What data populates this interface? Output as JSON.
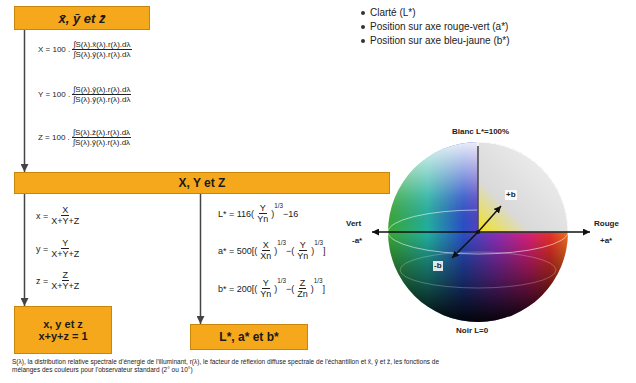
{
  "diagram": {
    "nodes": [
      {
        "text": [
          "x̄, ȳ et z̄"
        ]
      },
      {
        "text": [
          "X, Y et Z"
        ]
      },
      {
        "text": [
          "x, y et z",
          "x+y+z = 1"
        ]
      },
      {
        "text": [
          "L*, a* et b*"
        ]
      }
    ],
    "edges": [
      {
        "from": 0,
        "to": 1,
        "arrow": "to"
      },
      {
        "from": 1,
        "to": 2,
        "arrow": "to"
      },
      {
        "from": 1,
        "to": 3,
        "arrow": "to"
      }
    ],
    "labels": [
      "X = 100 .",
      "∫S(λ).x̄(λ).r(λ).dλ",
      "∫S(λ).ȳ(λ).r(λ).dλ",
      "Y = 100 .",
      "∫S(λ).ȳ(λ).r(λ).dλ",
      "∫S(λ).ȳ(λ).r(λ).dλ",
      "Z = 100 .",
      "∫S(λ).z̄(λ).r(λ).dλ",
      "∫S(λ).ȳ(λ).r(λ).dλ",
      "x =",
      "X",
      "X+Y+Z",
      "y =",
      "Y",
      "X+Y+Z",
      "z =",
      "Z",
      "X+Y+Z",
      "L* = 116(",
      "Y",
      "Yn",
      ")",
      "1/3",
      "−16",
      "a* = 500[(",
      "X",
      "Xn",
      ")",
      "1/3",
      "−(",
      "Y",
      "Yn",
      ")",
      "1/3",
      "]",
      "b* = 200[(",
      "Y",
      "Yn",
      ")",
      "1/3",
      "−(",
      "Z",
      "Zn",
      ")",
      "1/3",
      "]",
      "Clarté (L*)",
      "Position sur axe rouge-vert (a*)",
      "Position sur axe bleu-jaune (b*)",
      "Blanc L*=100%",
      "Vert",
      "-a*",
      "Rouge",
      "+a*",
      "+b",
      "-b",
      "Noir L=0",
      "S(λ), la distribution relative spectrale d'énergie de l'illuminant, r(λ), le facteur de réflexion diffuse spectrale de l'échantillon et x̄, ȳ et z̄, les fonctions de mélanges des couleurs pour l'observateur standard (2° ou 10°)"
    ]
  }
}
